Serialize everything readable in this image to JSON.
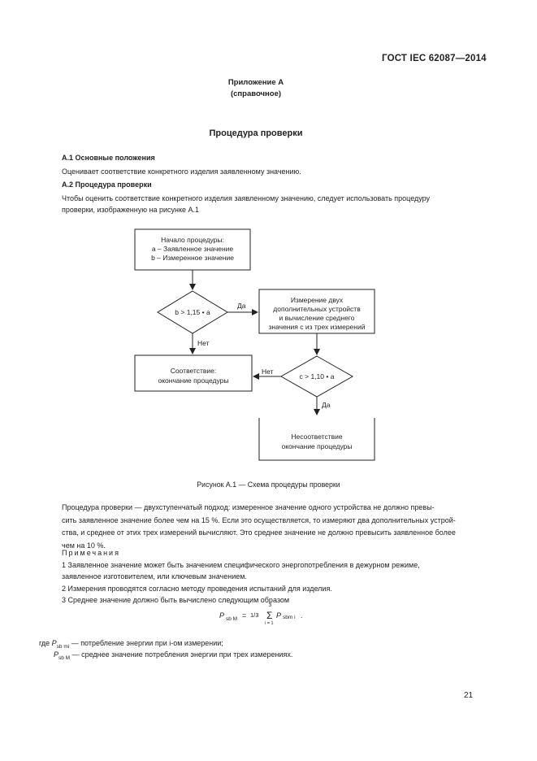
{
  "header": {
    "standard": "ГОСТ IEC 62087—2014"
  },
  "annex": {
    "line1": "Приложение А",
    "line2": "(справочное)"
  },
  "title": "Процедура проверки",
  "section1": {
    "heading": "А.1  Основные положения",
    "text": "Оценивает соответствие конкретного изделия заявленному значению."
  },
  "section2": {
    "heading": "А.2  Процедура проверки",
    "text_line1": "Чтобы оценить соответствие конкретного изделия заявленному значению, следует использовать процедуру",
    "text_line2": "проверки, изображенную на рисунке А.1"
  },
  "flowchart": {
    "start_line1": "Начало процедуры:",
    "start_line2": "a – Заявленное значение",
    "start_line3": "b – Измеренное значение",
    "decision1": "b > 1,15 • a",
    "measure_line1": "Измерение двух",
    "measure_line2": "дополнительных устройств",
    "measure_line3": "и вычисление среднего",
    "measure_line4": "значения с из трех измерений",
    "yes1": "Да",
    "no1": "Нет",
    "comply_line1": "Соответствие:",
    "comply_line2": "окончание процедуры",
    "no2": "Нет",
    "decision2": "c > 1,10 • a",
    "yes2": "Да",
    "noncomply_line1": "Несоответствие",
    "noncomply_line2": "окончание процедуры"
  },
  "caption": "Рисунок А.1 — Схема процедуры проверки",
  "body": {
    "line1": "Процедура проверки — двухступенчатый подход: измеренное значение одного устройства не должно превы-",
    "line2": "сить заявленное значение более чем на 15 %. Если это осуществляется, то измеряют два дополнительных устрой-",
    "line3": "ства, и среднее от этих трех измерений вычисляют. Это среднее значение не должно превысить заявленное более",
    "line4": "чем на 10 %."
  },
  "notes": {
    "heading": "Примечания",
    "n1_line1": "1  Заявленное значение может быть значением специфического энергопотребления в дежурном режиме,",
    "n1_line2": "заявленное изготовителем, или ключевым значением.",
    "n2": "2  Измерения проводятся согласно методу проведения испытаний для изделия.",
    "n3": "3  Среднее значение должно быть вычислено следующим образом"
  },
  "formula": {
    "lhs": "P",
    "lhs_sub": "sb M",
    "eq": "= ",
    "frac": "1/3",
    "sum_top": "3",
    "sum_sign": "Σ",
    "sum_bottom": "i = 1",
    "rhs": "P",
    "rhs_sub": "sbm i",
    "end": "."
  },
  "where": {
    "line1_prefix": "где ",
    "line1_sym": "P",
    "line1_sub": "sb mi",
    "line1_text": " — потребление энергии при i-ом измерении;",
    "line2_sym": "P",
    "line2_sub": "sb M",
    "line2_text": " — среднее значение потребления энергии при трех измерениях."
  },
  "page_number": "21"
}
